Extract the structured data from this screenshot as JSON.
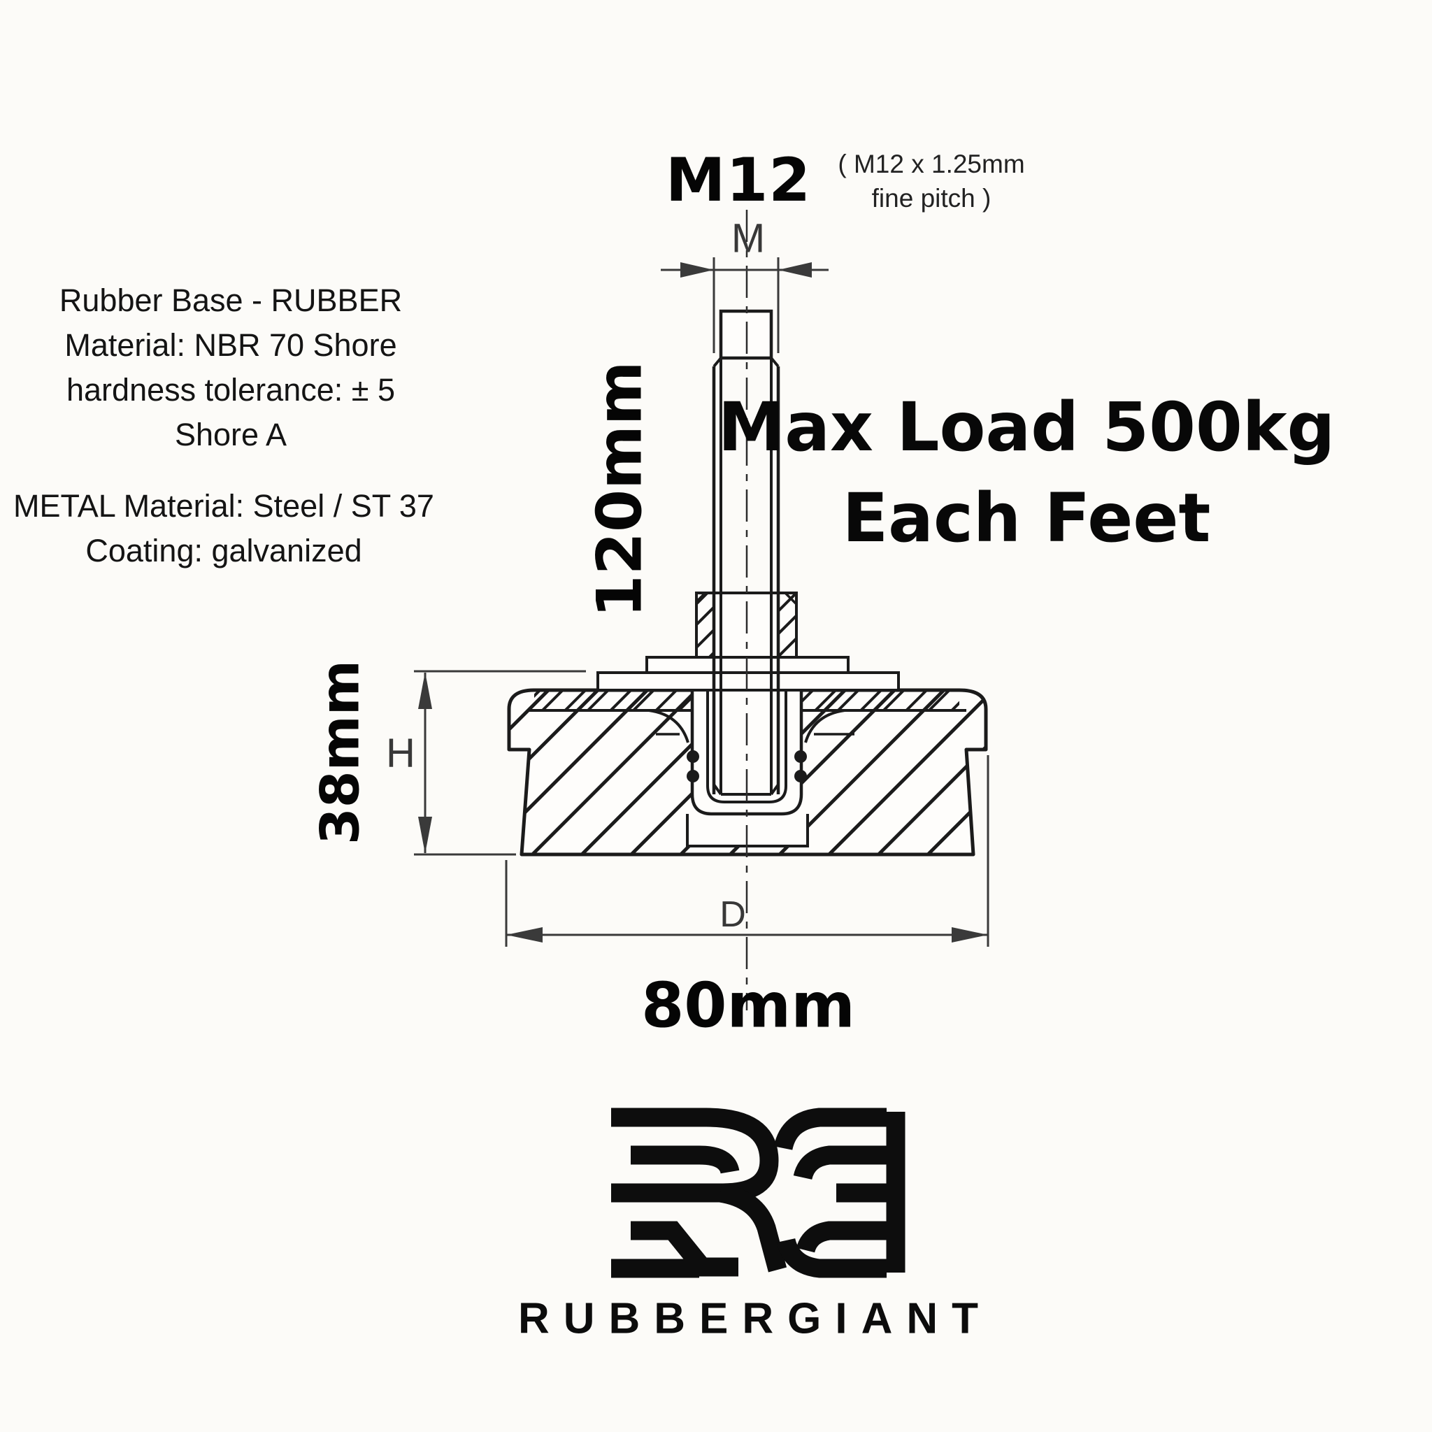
{
  "page": {
    "background_color": "#fcfbf8",
    "line_color": "#1b1b1b",
    "dim_line_color": "#3a3a3a"
  },
  "annotations": {
    "thread_size": "M12",
    "thread_note_line1": "( M12 x 1.25mm",
    "thread_note_line2": "fine pitch )",
    "max_load_line1": "Max Load 500kg",
    "max_load_line2": "Each Feet",
    "rubber_spec_lines": [
      "Rubber Base - RUBBER",
      "Material: NBR 70 Shore",
      "hardness tolerance: ± 5",
      "Shore A"
    ],
    "metal_spec_lines": [
      "METAL Material: Steel / ST 37",
      "Coating: galvanized"
    ]
  },
  "dimensions": {
    "stud_length": "120mm",
    "base_height": "38mm",
    "base_diameter": "80mm",
    "label_m": "M",
    "label_h": "H",
    "label_d": "D"
  },
  "brand": {
    "name": "RUBBERGIANT"
  }
}
